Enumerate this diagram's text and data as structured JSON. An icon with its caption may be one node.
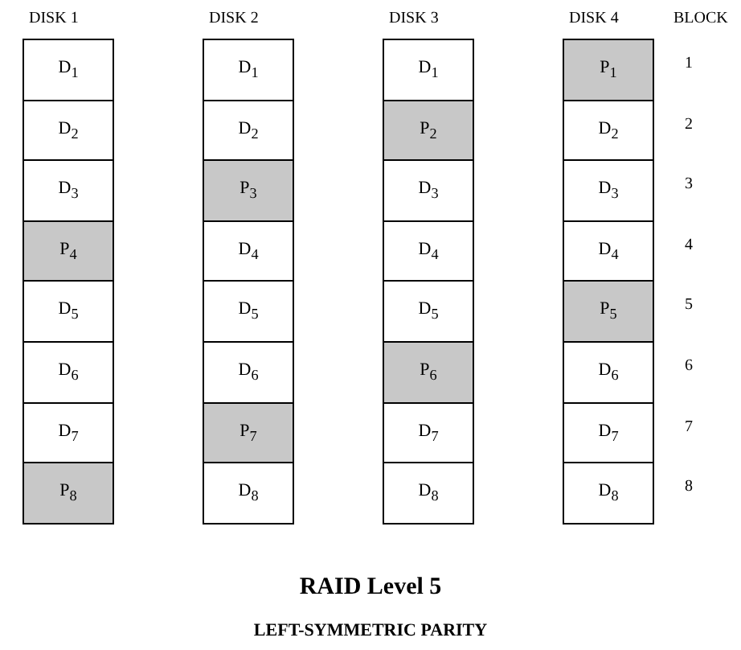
{
  "diagram": {
    "title": "RAID Level 5",
    "caption": "LEFT-SYMMETRIC PARITY",
    "nodes": [
      {
        "text": [
          "D$_{1}$"
        ]
      },
      {
        "text": [
          "D$_{1}$"
        ]
      },
      {
        "text": [
          "D$_{1}$"
        ]
      },
      {
        "text": [
          "P$_{1}$"
        ]
      },
      {
        "text": [
          "D$_{2}$"
        ]
      },
      {
        "text": [
          "D$_{2}$"
        ]
      },
      {
        "text": [
          "P$_{2}$"
        ]
      },
      {
        "text": [
          "D$_{2}$"
        ]
      },
      {
        "text": [
          "D$_{3}$"
        ]
      },
      {
        "text": [
          "P$_{3}$"
        ]
      },
      {
        "text": [
          "D$_{3}$"
        ]
      },
      {
        "text": [
          "D$_{3}$"
        ]
      },
      {
        "text": [
          "P$_{4}$"
        ]
      },
      {
        "text": [
          "D$_{4}$"
        ]
      },
      {
        "text": [
          "D$_{4}$"
        ]
      },
      {
        "text": [
          "D$_{4}$"
        ]
      },
      {
        "text": [
          "D$_{5}$"
        ]
      },
      {
        "text": [
          "D$_{5}$"
        ]
      },
      {
        "text": [
          "D$_{5}$"
        ]
      },
      {
        "text": [
          "P$_{5}$"
        ]
      },
      {
        "text": [
          "D$_{6}$"
        ]
      },
      {
        "text": [
          "D$_{6}$"
        ]
      },
      {
        "text": [
          "P$_{6}$"
        ]
      },
      {
        "text": [
          "D$_{6}$"
        ]
      },
      {
        "text": [
          "D$_{7}$"
        ]
      },
      {
        "text": [
          "P$_{7}$"
        ]
      },
      {
        "text": [
          "D$_{7}$"
        ]
      },
      {
        "text": [
          "D$_{7}$"
        ]
      },
      {
        "text": [
          "P$_{8}$"
        ]
      },
      {
        "text": [
          "D$_{8}$"
        ]
      },
      {
        "text": [
          "D$_{8}$"
        ]
      },
      {
        "text": [
          "D$_{8}$"
        ]
      }
    ],
    "labels": [
      "DISK 1",
      "DISK 2",
      "DISK 3",
      "DISK 4",
      "BLOCK",
      "1",
      "2",
      "3",
      "4",
      "5",
      "6",
      "7",
      "8"
    ]
  }
}
